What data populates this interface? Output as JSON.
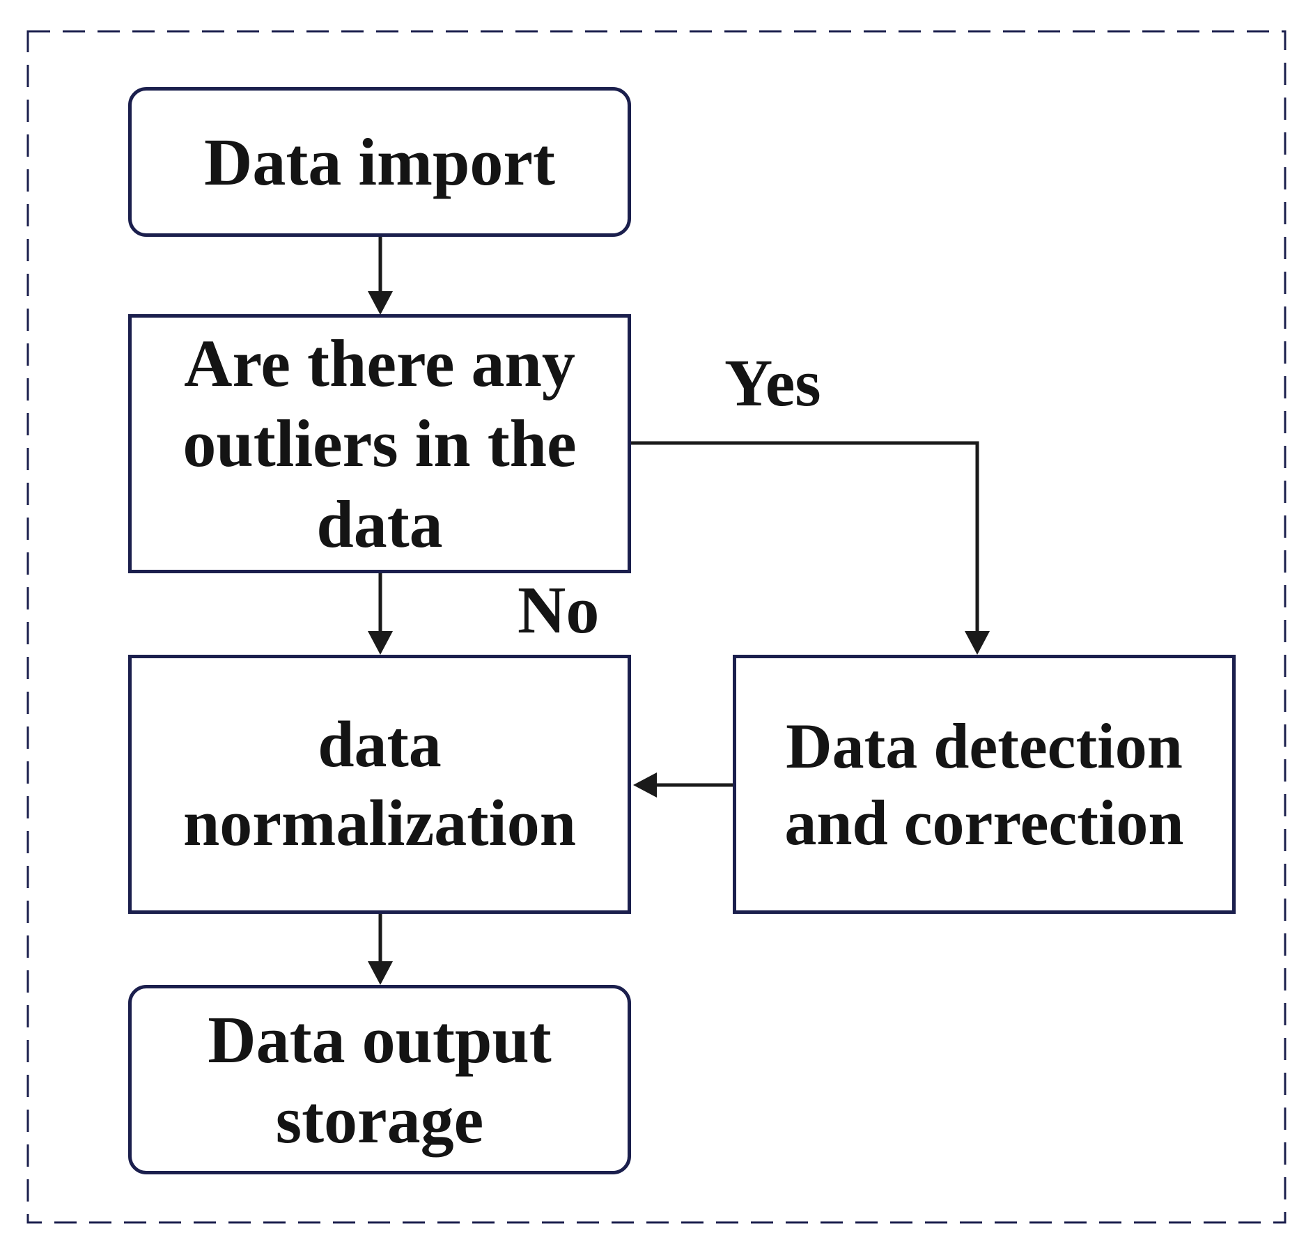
{
  "diagram": {
    "colors": {
      "frame": "#1b1f4d",
      "box_border": "#1b1f4d",
      "arrow": "#1a1a1a",
      "text": "#141414"
    },
    "nodes": {
      "data_import": "Data import",
      "outlier_check": "Are there any outliers in the data",
      "normalization": "data normalization",
      "detection_correction": "Data detection and correction",
      "output_storage": "Data output storage"
    },
    "edge_labels": {
      "yes": "Yes",
      "no": "No"
    }
  }
}
